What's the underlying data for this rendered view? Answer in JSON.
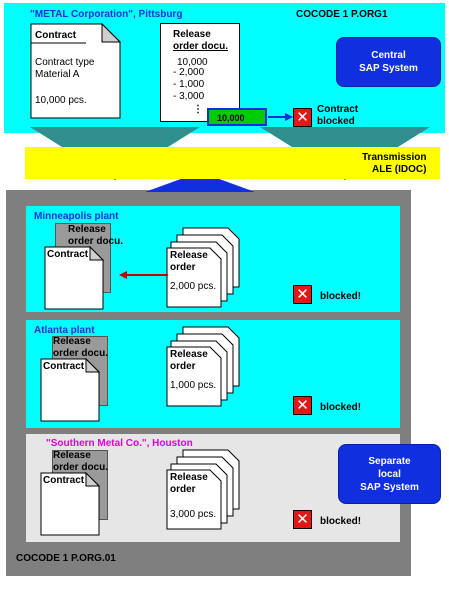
{
  "top": {
    "company": "\"METAL Corporation\", Pittsburg",
    "codes": "COCODE 1   P.ORG1",
    "contract_title": "Contract",
    "contract_type_line1": "Contract type",
    "contract_type_line2": "Material A",
    "contract_qty": "10,000 pcs.",
    "release_title_line1": "Release",
    "release_title_line2": "order docu.",
    "release_values": [
      "10,000",
      "- 2,000",
      "- 1,000",
      "- 3,000"
    ],
    "release_more": "⋮",
    "total_value": "10,000",
    "blocked_line1": "Contract",
    "blocked_line2": "blocked",
    "system_line1": "Central",
    "system_line2": "SAP System"
  },
  "transmission": {
    "line1": "Transmission",
    "line2": "ALE (IDOC)"
  },
  "plants": [
    {
      "name": "Minneapolis plant",
      "release_line1": "Release",
      "release_line2": "order docu.",
      "contract": "Contract",
      "order_line1": "Release",
      "order_line2": "order",
      "order_qty": "2,000 pcs.",
      "blocked": "blocked!"
    },
    {
      "name": "Atlanta plant",
      "release_line1": "Release",
      "release_line2": "order docu.",
      "contract": "Contract",
      "order_line1": "Release",
      "order_line2": "order",
      "order_qty": "1,000 pcs.",
      "blocked": "blocked!"
    },
    {
      "name": "\"Southern Metal Co.\", Houston",
      "release_line1": "Release",
      "release_line2": "order docu.",
      "contract": "Contract",
      "order_line1": "Release",
      "order_line2": "order",
      "order_qty": "3,000 pcs.",
      "blocked": "blocked!",
      "system_line1": "Separate",
      "system_line2": "local",
      "system_line3": "SAP System"
    }
  ],
  "bottom_codes": "COCODE 1  P.ORG.01",
  "icons": {
    "blocked": "x-mark-icon",
    "arrow": "arrow-right-icon"
  },
  "colors": {
    "cyan": "#00ffff",
    "yellow": "#ffff00",
    "teal_arrow": "#2f8f8f",
    "gray_frame": "#7f7f7f",
    "blue_box": "#1030e0",
    "light_gray": "#e6e6e6",
    "green_box": "#00cc00",
    "red": "#e01818"
  }
}
